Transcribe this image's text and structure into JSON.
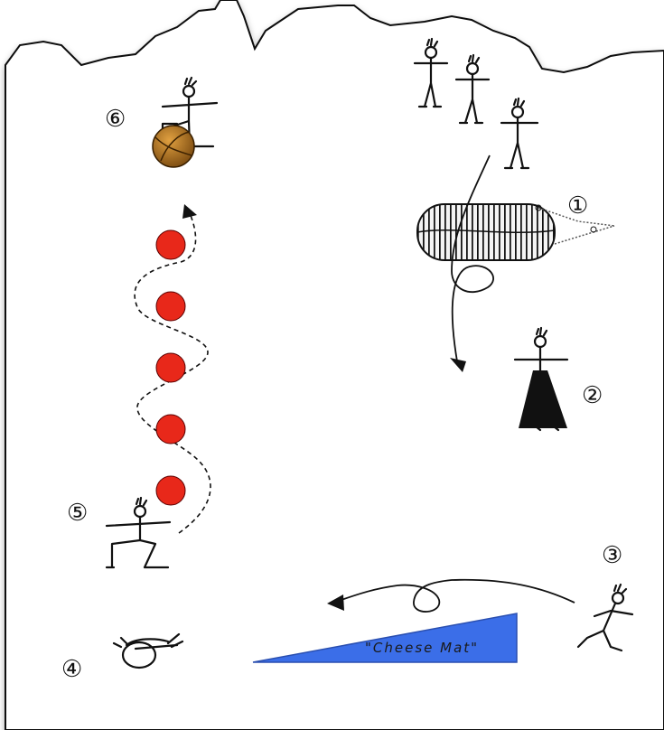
{
  "stations": [
    {
      "number": "①"
    },
    {
      "number": "②"
    },
    {
      "number": "③"
    },
    {
      "number": "④"
    },
    {
      "number": "⑤"
    },
    {
      "number": "⑥"
    }
  ],
  "mat": {
    "label": "\"Cheese Mat\"",
    "color": "#3b6ee8"
  },
  "colors": {
    "cone": "#e8281a",
    "ball": "#b8731a",
    "bag": "#222222"
  }
}
